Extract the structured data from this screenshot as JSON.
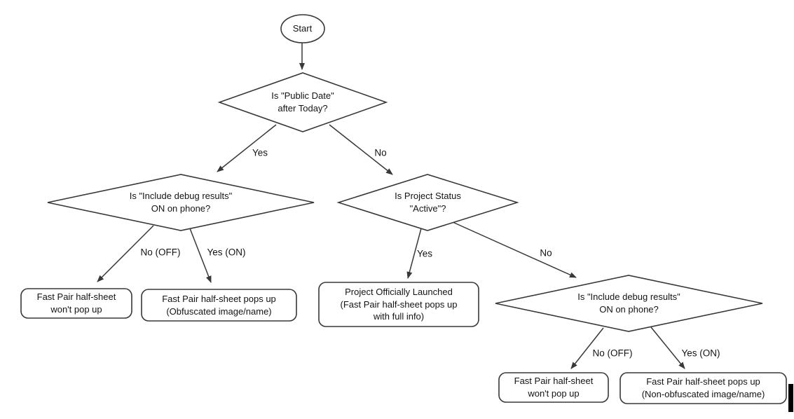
{
  "diagram": {
    "type": "flowchart",
    "colors": {
      "background": "#ffffff",
      "stroke": "#383838",
      "text": "#141414",
      "cursor_bar": "#000000"
    },
    "nodes": {
      "start": {
        "shape": "ellipse",
        "label": "Start"
      },
      "public_date": {
        "shape": "decision",
        "label": "Is \"Public Date\"\nafter Today?"
      },
      "debug_left": {
        "shape": "decision",
        "label": "Is \"Include debug results\"\nON on phone?"
      },
      "project_status": {
        "shape": "decision",
        "label": "Is Project Status\n\"Active\"?"
      },
      "debug_right": {
        "shape": "decision",
        "label": "Is \"Include debug results\"\nON on phone?"
      },
      "no_popup_left": {
        "shape": "rounded-rect",
        "label": "Fast Pair half-sheet\nwon't pop up"
      },
      "obfuscated": {
        "shape": "rounded-rect",
        "label": "Fast Pair half-sheet pops up\n(Obfuscated image/name)"
      },
      "launched": {
        "shape": "rounded-rect",
        "label": "Project Officially Launched\n(Fast Pair half-sheet pops up\nwith full info)"
      },
      "no_popup_right": {
        "shape": "rounded-rect",
        "label": "Fast Pair half-sheet\nwon't pop up"
      },
      "non_obfuscated": {
        "shape": "rounded-rect",
        "label": "Fast Pair half-sheet pops up\n(Non-obfuscated image/name)"
      }
    },
    "edges": [
      {
        "from": "start",
        "to": "public_date",
        "label": ""
      },
      {
        "from": "public_date",
        "to": "debug_left",
        "label": "Yes"
      },
      {
        "from": "public_date",
        "to": "project_status",
        "label": "No"
      },
      {
        "from": "debug_left",
        "to": "no_popup_left",
        "label": "No (OFF)"
      },
      {
        "from": "debug_left",
        "to": "obfuscated",
        "label": "Yes (ON)"
      },
      {
        "from": "project_status",
        "to": "launched",
        "label": "Yes"
      },
      {
        "from": "project_status",
        "to": "debug_right",
        "label": "No"
      },
      {
        "from": "debug_right",
        "to": "no_popup_right",
        "label": "No (OFF)"
      },
      {
        "from": "debug_right",
        "to": "non_obfuscated",
        "label": "Yes (ON)"
      }
    ]
  }
}
